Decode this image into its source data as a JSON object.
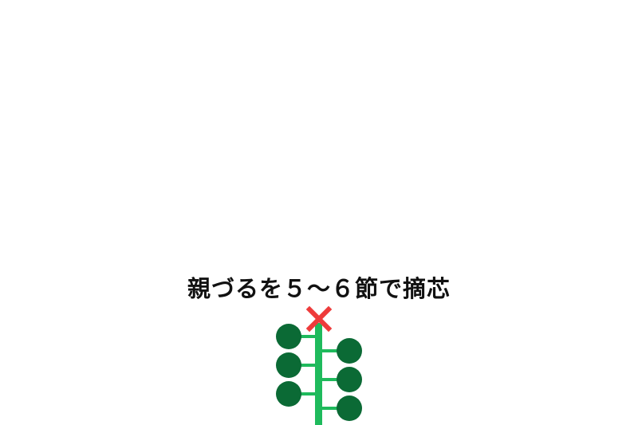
{
  "caption": "親づるを５～６節で摘芯",
  "colors": {
    "stem": "#1fba5c",
    "leaf": "#0b6a35",
    "cut_mark": "#ee3b3b",
    "background": "#ffffff",
    "text": "#111111"
  },
  "icons": {
    "cut_mark": "cross-mark-icon"
  },
  "plant": {
    "left_leaves": 3,
    "right_leaves": 3,
    "pinched": true
  }
}
